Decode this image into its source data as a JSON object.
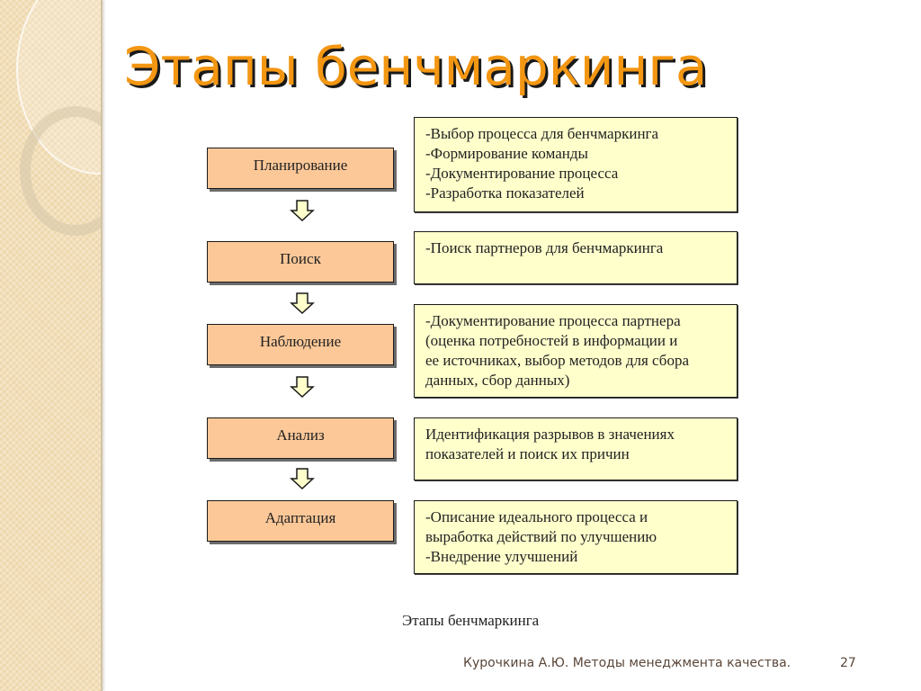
{
  "slide": {
    "title": "Этапы бенчмаркинга",
    "caption": "Этапы бенчмаркинга",
    "footer": "Курочкина А.Ю. Методы менеджмента качества.",
    "page_number": "27",
    "colors": {
      "title": "#f39612",
      "stage_fill": "#fcc898",
      "detail_fill": "#ffffcc",
      "arrow_fill": "#ffffcc",
      "side_strip": "#f3dfb8"
    }
  },
  "stages": [
    {
      "label": "Планирование",
      "details": [
        "-Выбор процесса для бенчмаркинга",
        "-Формирование команды",
        "-Документирование процесса",
        "-Разработка показателей"
      ]
    },
    {
      "label": "Поиск",
      "details": [
        "-Поиск партнеров для бенчмаркинга"
      ]
    },
    {
      "label": "Наблюдение",
      "details": [
        "-Документирование процесса партнера",
        "(оценка потребностей в информации и",
        "ее источниках, выбор методов для сбора",
        "данных, сбор данных)"
      ]
    },
    {
      "label": "Анализ",
      "details": [
        "Идентификация разрывов в значениях",
        "показателей и поиск их причин"
      ]
    },
    {
      "label": "Адаптация",
      "details": [
        "-Описание идеального процесса и",
        "выработка действий по улучшению",
        "-Внедрение улучшений"
      ]
    }
  ],
  "arrows": [
    {
      "icon": "down-arrow-icon"
    },
    {
      "icon": "down-arrow-icon"
    },
    {
      "icon": "down-arrow-icon"
    },
    {
      "icon": "down-arrow-icon"
    }
  ]
}
